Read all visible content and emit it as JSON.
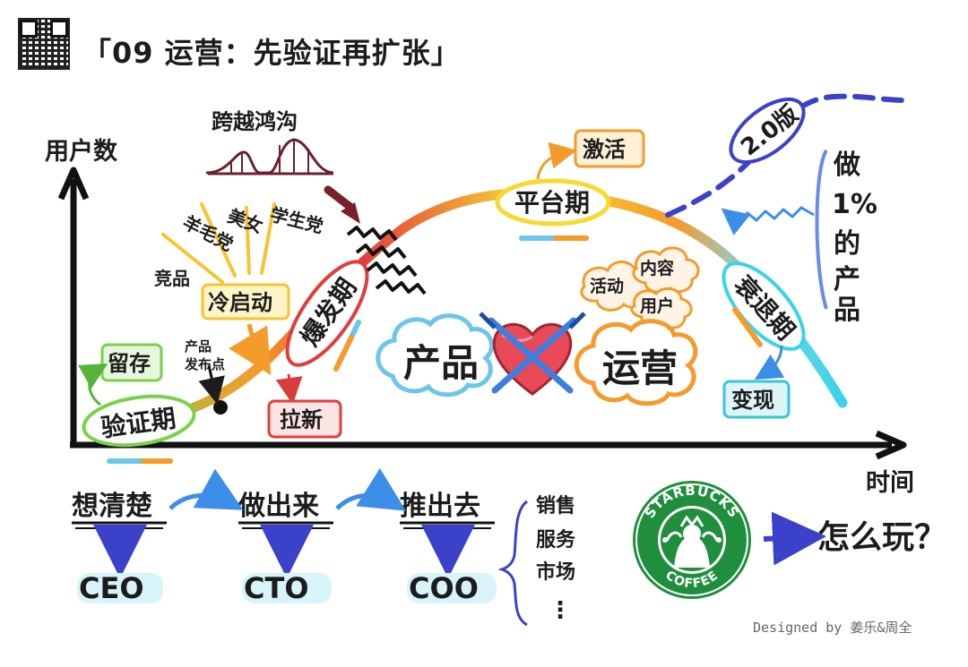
{
  "title": "「09 运营：先验证再扩张」",
  "credit": "Designed by 姜乐&周全",
  "axes": {
    "y_label": "用户数",
    "x_label": "时间"
  },
  "phases": {
    "verify": "验证期",
    "explode": "爆发期",
    "platform": "平台期",
    "decline": "衰退期"
  },
  "labels": {
    "retain": "留存",
    "launch_line1": "产品",
    "launch_line2": "发布点",
    "cold_start": "冷启动",
    "rays": [
      "竞品",
      "羊毛党",
      "美女",
      "学生党"
    ],
    "chasm": "跨越鸿沟",
    "acquire": "拉新",
    "activate": "激活",
    "monetize": "变现",
    "v2": "2.0版",
    "one_percent": [
      "做",
      "1%",
      "的",
      "产",
      "品"
    ],
    "clouds": [
      "活动",
      "内容",
      "用户"
    ],
    "product": "产品",
    "operation": "运营"
  },
  "process": {
    "steps": [
      "想清楚",
      "做出来",
      "推出去"
    ],
    "roles": [
      "CEO",
      "CTO",
      "COO"
    ],
    "functions": [
      "销售",
      "服务",
      "市场",
      "⋮"
    ]
  },
  "brand": {
    "ring_top": "STARBUCKS",
    "ring_bottom": "COFFEE",
    "question": "怎么玩？"
  },
  "colors": {
    "green": "#7bd14a",
    "yellow": "#f7d931",
    "red": "#e33c3c",
    "cyan": "#38d4ea",
    "orange": "#f59b2b",
    "blue": "#3b42c9",
    "starbucks": "#1f8e3d"
  }
}
